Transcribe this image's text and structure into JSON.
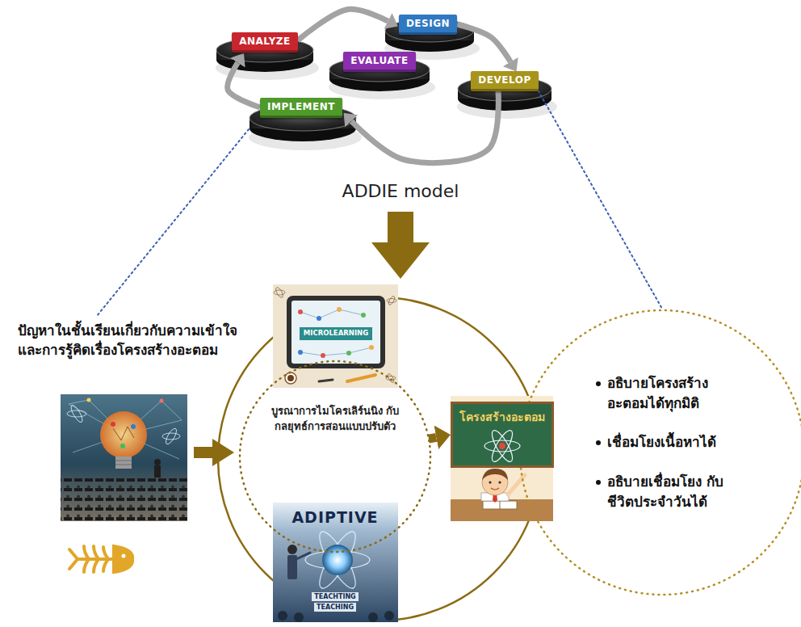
{
  "diagram": {
    "nodes": [
      {
        "text": [
          "ANALYZE"
        ]
      },
      {
        "text": [
          "DESIGN"
        ]
      },
      {
        "text": [
          "EVALUATE"
        ]
      },
      {
        "text": [
          "DEVELOP"
        ]
      },
      {
        "text": [
          "IMPLEMENT"
        ]
      },
      {
        "text": [
          "บูรณาการไมโครเลิร์นนิง กับกลยุทธ์การสอนแบบปรับตัว"
        ]
      },
      {
        "text": [
          "โครงสร้างอะตอม"
        ]
      },
      {
        "text": [
          "อธิบายโครงสร้าง อะตอมได้ทุกมิติ",
          "เชื่อมโยงเนื้อหาได้",
          "อธิบายเชื่อมโยง กับชีวิตประจำวันได้"
        ]
      }
    ],
    "edges": [
      {
        "from": 0,
        "to": 1,
        "arrow": "to"
      },
      {
        "from": 1,
        "to": 3,
        "arrow": "to"
      },
      {
        "from": 3,
        "to": 4,
        "arrow": "to"
      },
      {
        "from": 4,
        "to": 0,
        "arrow": "to"
      },
      {
        "from": 5,
        "to": 6,
        "arrow": "to"
      },
      {
        "from": 3,
        "to": 7,
        "arrow": "none"
      }
    ],
    "labels": [
      "ADDIE model",
      "ปัญหาในชั้นเรียนเกี่ยวกับความเข้าใจ และการรู้คิดเรื่องโครงสร้างอะตอม",
      "MICROLEARNING",
      "ADIPTIVE",
      "TEACHTING",
      "TEACHING"
    ]
  }
}
